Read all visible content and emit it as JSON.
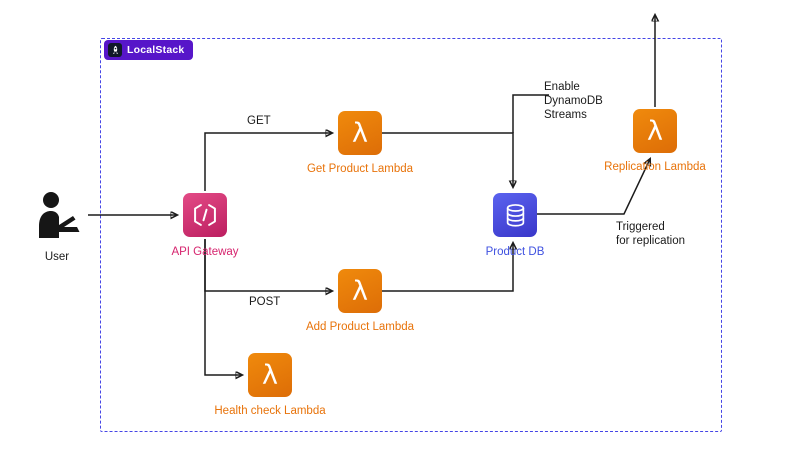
{
  "badge": {
    "label": "LocalStack"
  },
  "icons": {
    "lambda_glyph": "λ"
  },
  "nodes": {
    "user": {
      "label": "User"
    },
    "api_gateway": {
      "label": "API Gateway"
    },
    "get_product_lambda": {
      "label": "Get Product Lambda"
    },
    "add_product_lambda": {
      "label": "Add Product Lambda"
    },
    "health_check_lambda": {
      "label": "Health check Lambda"
    },
    "product_db": {
      "label": "Product DB"
    },
    "replication_lambda": {
      "label": "Replication Lambda"
    }
  },
  "edges": {
    "get_label": "GET",
    "post_label": "POST"
  },
  "annotations": {
    "enable_streams": "Enable\nDynamoDB\nStreams",
    "triggered_replication": "Triggered\nfor replication"
  },
  "colors": {
    "lambda_orange": "#ED7100",
    "api_gateway_pink": "#D6246E",
    "database_blue": "#4A4DE6",
    "localstack_purple": "#5716C9",
    "boundary_blue": "#4545E6",
    "arrow_black": "#1B1B1B"
  }
}
